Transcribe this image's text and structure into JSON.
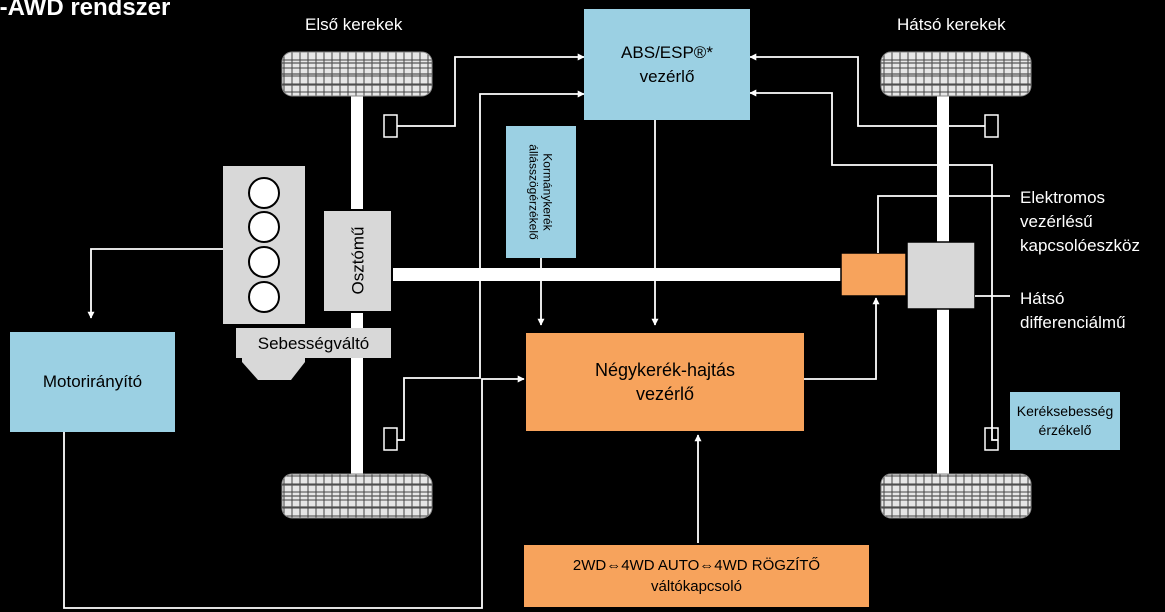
{
  "title": "i-AWD rendszer",
  "labels": {
    "front_wheels": "Első kerekek",
    "rear_wheels": "Hátsó kerekek",
    "coupling_line1": "Elektromos",
    "coupling_line2": "vezérlésű",
    "coupling_line3": "kapcsolóeszköz",
    "rear_diff_line1": "Hátsó",
    "rear_diff_line2": "differenciálmű",
    "transfer": "Osztómű",
    "gearbox": "Sebességváltó"
  },
  "boxes": {
    "abs_line1": "ABS/ESP®*",
    "abs_line2": "vezérlő",
    "steering_line1": "Kormánykerék",
    "steering_line2": "állásszögérzékelő",
    "awd_line1": "Négykerék-hajtás",
    "awd_line2": "vezérlő",
    "engine_ctrl": "Motorirányító",
    "wheel_speed_line1": "Keréksebesség",
    "wheel_speed_line2": "érzékelő",
    "switch_line1": "2WD⇔4WD AUTO⇔4WD RÖGZÍTŐ",
    "switch_line2": "váltókapcsoló"
  },
  "colors": {
    "background": "#000000",
    "controller_blue": "#9bd0e3",
    "controller_orange": "#f7a35c",
    "component_gray": "#d8d8d8",
    "line_white": "#ffffff"
  }
}
